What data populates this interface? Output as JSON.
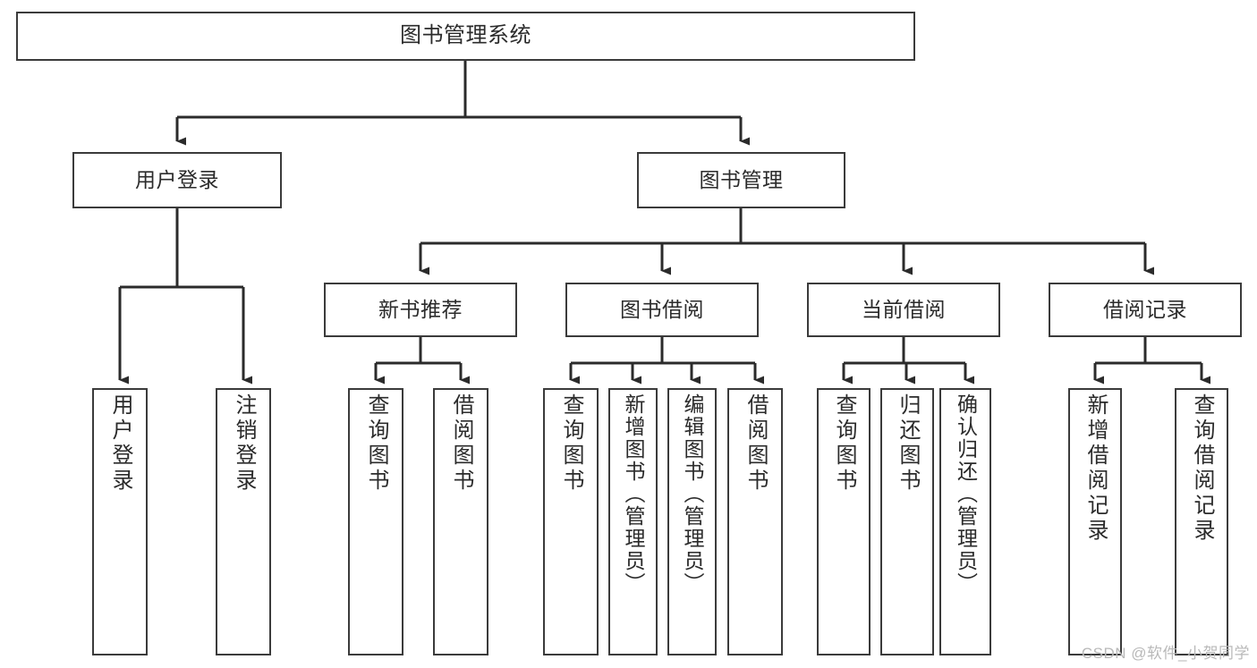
{
  "diagram": {
    "title": "图书管理系统",
    "type": "hierarchy-tree",
    "watermark": "CSDN @软件_小贺同学",
    "colors": {
      "box_border": "#3b3b3b",
      "box_fill": "#ffffff",
      "connector": "#2b2b2b",
      "text": "#2b2b2b",
      "watermark": "#b9b9b9"
    },
    "nodes": {
      "root": {
        "label": "图书管理系统"
      },
      "level1": [
        {
          "label": "用户登录"
        },
        {
          "label": "图书管理"
        }
      ],
      "level2": [
        {
          "label": "新书推荐"
        },
        {
          "label": "图书借阅"
        },
        {
          "label": "当前借阅"
        },
        {
          "label": "借阅记录"
        }
      ],
      "leaves": {
        "user_login": [
          {
            "label": "用户登录"
          },
          {
            "label": "注销登录"
          }
        ],
        "new_book_recommend": [
          {
            "label": "查询图书"
          },
          {
            "label": "借阅图书"
          }
        ],
        "book_borrow": [
          {
            "label": "查询图书"
          },
          {
            "label": "新增图书（管理员）"
          },
          {
            "label": "编辑图书（管理员）"
          },
          {
            "label": "借阅图书"
          }
        ],
        "current_borrow": [
          {
            "label": "查询图书"
          },
          {
            "label": "归还图书"
          },
          {
            "label": "确认归还（管理员）"
          }
        ],
        "borrow_record": [
          {
            "label": "新增借阅记录"
          },
          {
            "label": "查询借阅记录"
          }
        ]
      }
    }
  }
}
